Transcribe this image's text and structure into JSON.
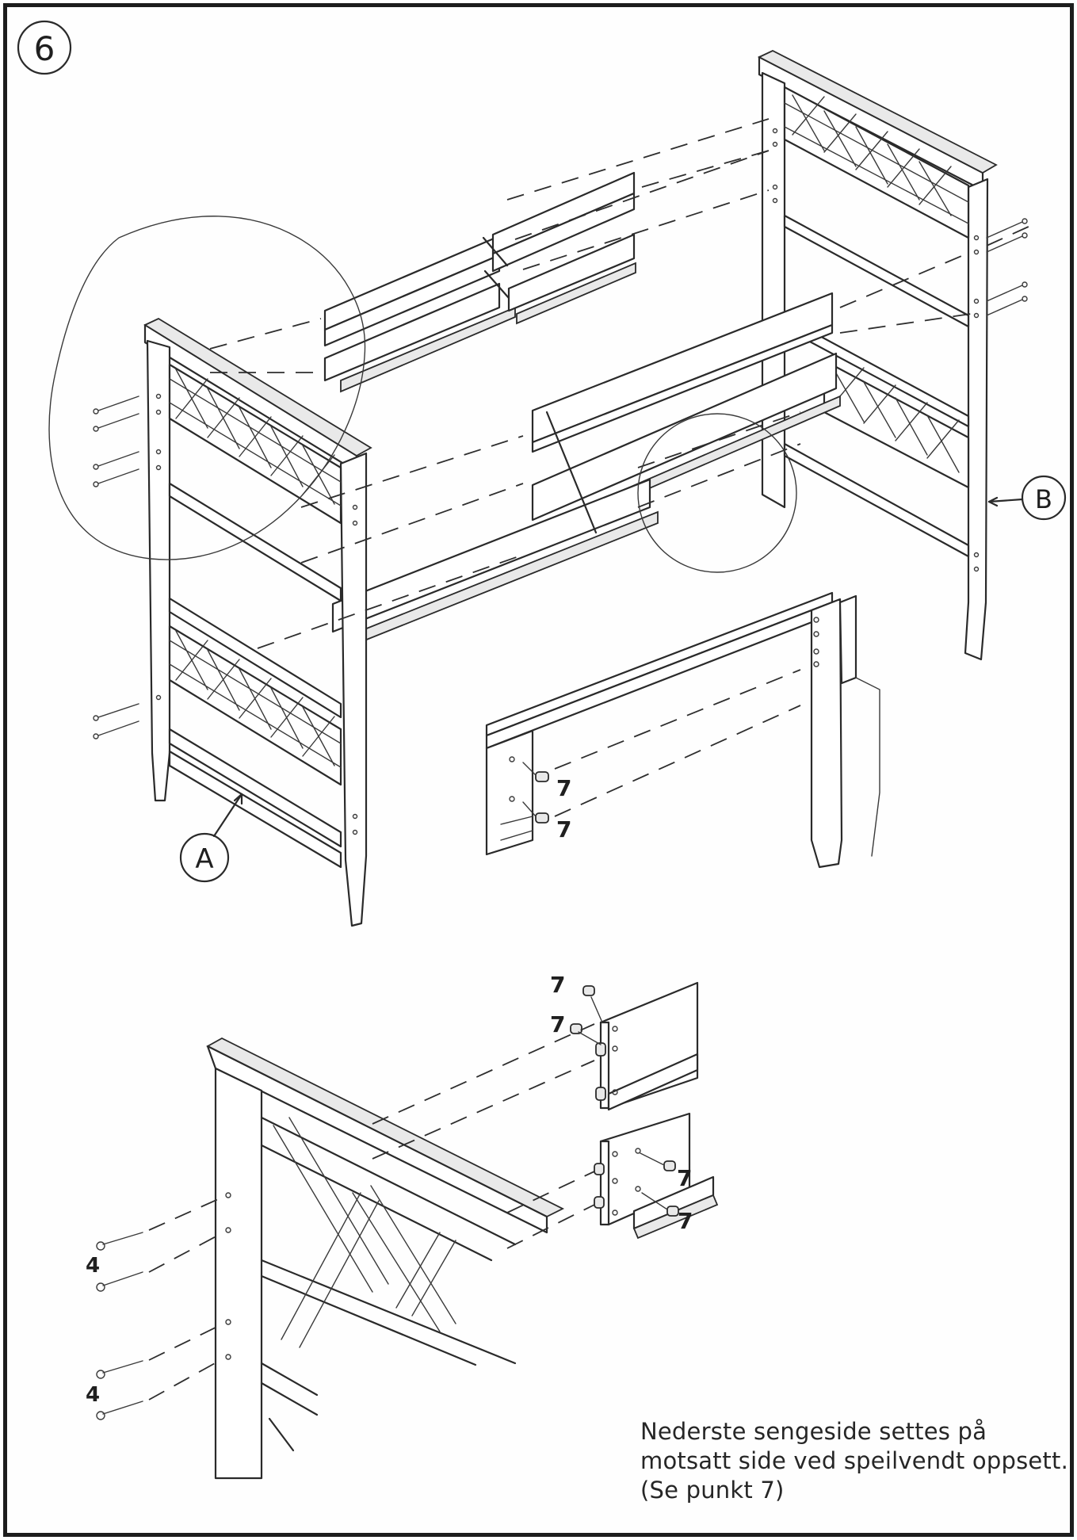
{
  "step": {
    "number": "6"
  },
  "callouts": {
    "a": "A",
    "b": "B"
  },
  "part_labels": {
    "dowel_upper_1": "7",
    "dowel_upper_2": "7",
    "dowel_lower_1": "7",
    "dowel_lower_2": "7",
    "dowel_lower_3": "7",
    "dowel_lower_4": "7",
    "screw_qty_1": "4",
    "screw_qty_2": "4"
  },
  "note": {
    "line1": "Nederste sengeside settes på",
    "line2": "motsatt side ved speilvendt oppsett.",
    "line3": "(Se punkt 7)"
  }
}
